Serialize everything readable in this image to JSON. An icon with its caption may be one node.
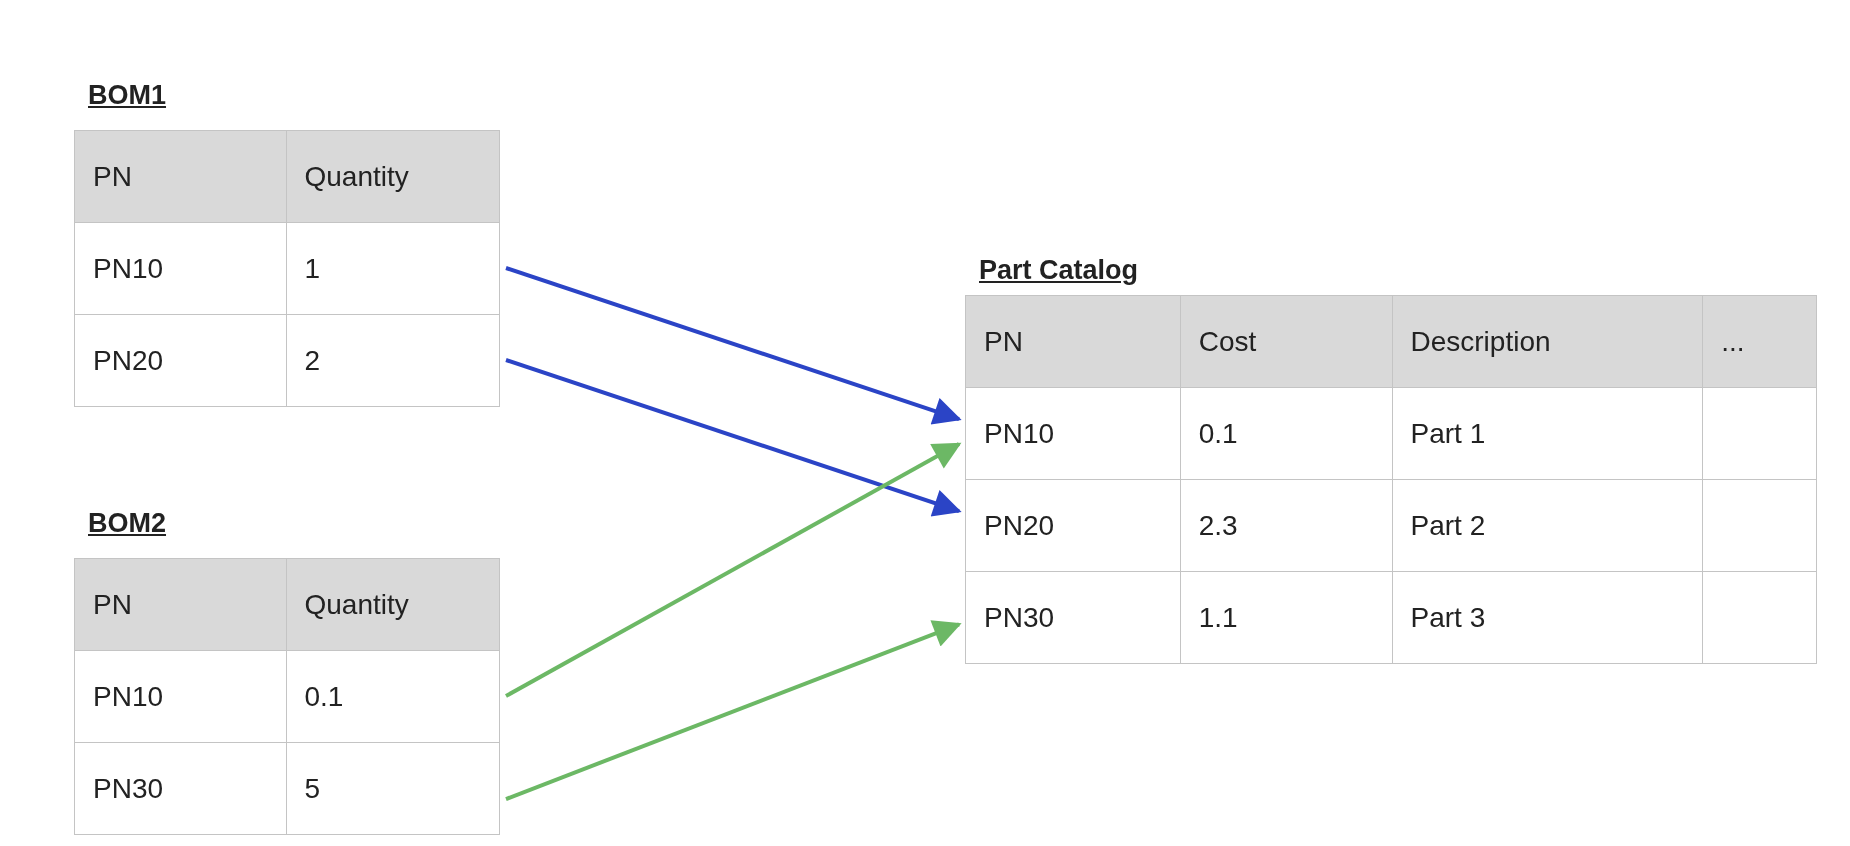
{
  "diagram": {
    "nodes": [
      {
        "text": [
          "BOM1"
        ]
      },
      {
        "text": [
          "PN",
          "Quantity"
        ],
        "in": 0
      },
      {
        "text": [
          "PN10",
          "1"
        ],
        "in": 0
      },
      {
        "text": [
          "PN20",
          "2"
        ],
        "in": 0
      },
      {
        "text": [
          "BOM2"
        ]
      },
      {
        "text": [
          "PN",
          "Quantity"
        ],
        "in": 4
      },
      {
        "text": [
          "PN10",
          "0.1"
        ],
        "in": 4
      },
      {
        "text": [
          "PN30",
          "5"
        ],
        "in": 4
      },
      {
        "text": [
          "Part Catalog"
        ]
      },
      {
        "text": [
          "PN",
          "Cost",
          "Description",
          "..."
        ],
        "in": 8
      },
      {
        "text": [
          "PN10",
          "0.1",
          "Part 1"
        ],
        "in": 8
      },
      {
        "text": [
          "PN20",
          "2.3",
          "Part 2"
        ],
        "in": 8
      },
      {
        "text": [
          "PN30",
          "1.1",
          "Part 3"
        ],
        "in": 8
      }
    ],
    "edges": [
      {
        "from": 2,
        "to": 10,
        "arrow": "to",
        "color": "#2b44c6"
      },
      {
        "from": 3,
        "to": 11,
        "arrow": "to",
        "color": "#2b44c6"
      },
      {
        "from": 6,
        "to": 10,
        "arrow": "to",
        "color": "#6cb865"
      },
      {
        "from": 7,
        "to": 12,
        "arrow": "to",
        "color": "#6cb865"
      }
    ]
  }
}
